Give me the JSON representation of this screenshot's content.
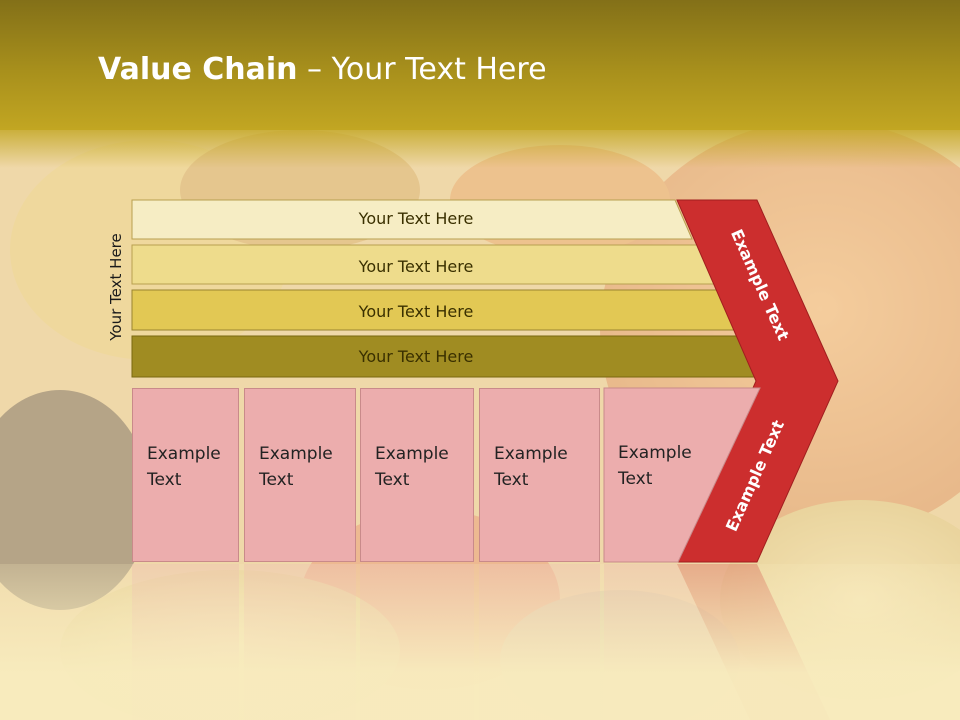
{
  "slide": {
    "title_bold": "Value Chain",
    "title_rest": " – Your Text Here",
    "side_label": "Your Text Here"
  },
  "support_rows": [
    {
      "label": "Your Text Here",
      "color": "#f6edc4"
    },
    {
      "label": "Your Text Here",
      "color": "#eedc8c"
    },
    {
      "label": "Your Text Here",
      "color": "#e2c854"
    },
    {
      "label": "Your Text Here",
      "color": "#a08c22"
    }
  ],
  "primary_boxes": [
    {
      "line1": "Example",
      "line2": "Text"
    },
    {
      "line1": "Example",
      "line2": "Text"
    },
    {
      "line1": "Example",
      "line2": "Text"
    },
    {
      "line1": "Example",
      "line2": "Text"
    },
    {
      "line1": "Example",
      "line2": "Text"
    }
  ],
  "margin_arrow": {
    "upper_label": "Example Text",
    "lower_label": "Example Text",
    "color": "#cc2e2e"
  },
  "colors": {
    "header": "#a8901c",
    "box_fill": "#ecadad"
  }
}
